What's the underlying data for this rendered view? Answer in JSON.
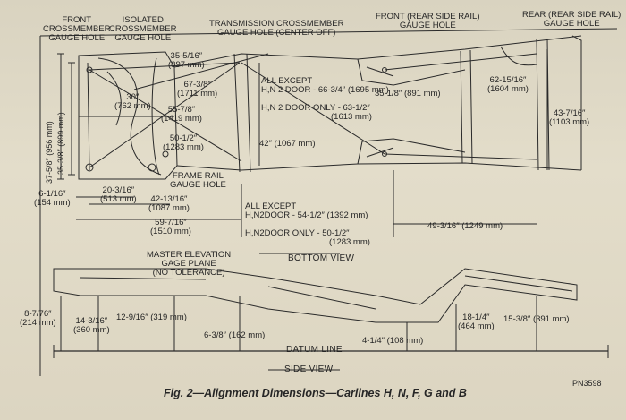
{
  "labels": {
    "front_crossmember": [
      "FRONT",
      "CROSSMEMBER",
      "GAUGE HOLE"
    ],
    "isolated_crossmember": [
      "ISOLATED",
      "CROSSMEMBER",
      "GAUGE HOLE"
    ],
    "transmission_crossmember": [
      "TRANSMISSION CROSSMEMBER",
      "GAUGE HOLE (CENTER OFF)"
    ],
    "front_rear_side_rail": [
      "FRONT (REAR SIDE RAIL)",
      "GAUGE HOLE"
    ],
    "rear_rear_side_rail": [
      "REAR (REAR SIDE RAIL)",
      "GAUGE HOLE"
    ],
    "frame_rail": [
      "FRAME RAIL",
      "GAUGE HOLE"
    ],
    "master_elevation": [
      "MASTER ELEVATION",
      "GAGE PLANE",
      "(NO TOLERANCE)"
    ],
    "all_except_top": [
      "ALL EXCEPT",
      "H,N 2 DOOR - 66-3/4″",
      "(1695 mm)",
      "H,N 2 DOOR ONLY - 63-1/2″",
      "(1613 mm)"
    ],
    "all_except_bottom": [
      "ALL EXCEPT",
      "H,N2DOOR - 54-1/2″ (1392 mm)",
      "H,N2DOOR ONLY - 50-1/2″",
      "(1283 mm)"
    ]
  },
  "dimensions": {
    "d35_5_16": [
      "35-5/16″",
      "(897 mm)"
    ],
    "d67_3_8": [
      "67-3/8″",
      "(1711 mm)"
    ],
    "d30": [
      "30″",
      "(762 mm)"
    ],
    "d55_7_8": [
      "55-7/8″",
      "(1419 mm)"
    ],
    "d50_1_2": [
      "50-1/2″",
      "(1283 mm)"
    ],
    "d37_5_8": "37-5/8″ (956 mm)",
    "d35_3_8": "35-3/8″ (899 mm)",
    "d42": "42″ (1067 mm)",
    "d35_1_8": "35-1/8″ (891 mm)",
    "d62_15_16": [
      "62-15/16″",
      "(1604 mm)"
    ],
    "d43_7_16": [
      "43-7/16″",
      "(1103 mm)"
    ],
    "d6_1_16": [
      "6-1/16″",
      "(154 mm)"
    ],
    "d20_3_16": [
      "20-3/16″",
      "(513 mm)"
    ],
    "d42_13_16": [
      "42-13/16″",
      "(1087 mm)"
    ],
    "d59_7_16": [
      "59-7/16″",
      "(1510 mm)"
    ],
    "d49_3_16": "49-3/16″ (1249 mm)",
    "d8_7_76": [
      "8-7/76″",
      "(214 mm)"
    ],
    "d14_3_16": [
      "14-3/16″",
      "(360 mm)"
    ],
    "d12_9_16": "12-9/16″ (319 mm)",
    "d6_3_8": "6-3/8″ (162 mm)",
    "d4_1_4": "4-1/4″ (108 mm)",
    "d18_1_4": [
      "18-1/4″",
      "(464 mm)"
    ],
    "d15_3_8": "15-3/8″ (391 mm)"
  },
  "views": {
    "bottom": "BOTTOM VIEW",
    "side": "SIDE VIEW",
    "datum": "DATUM LINE"
  },
  "caption": "Fig. 2—Alignment Dimensions—Carlines H, N, F, G and B",
  "part_number": "PN3598"
}
